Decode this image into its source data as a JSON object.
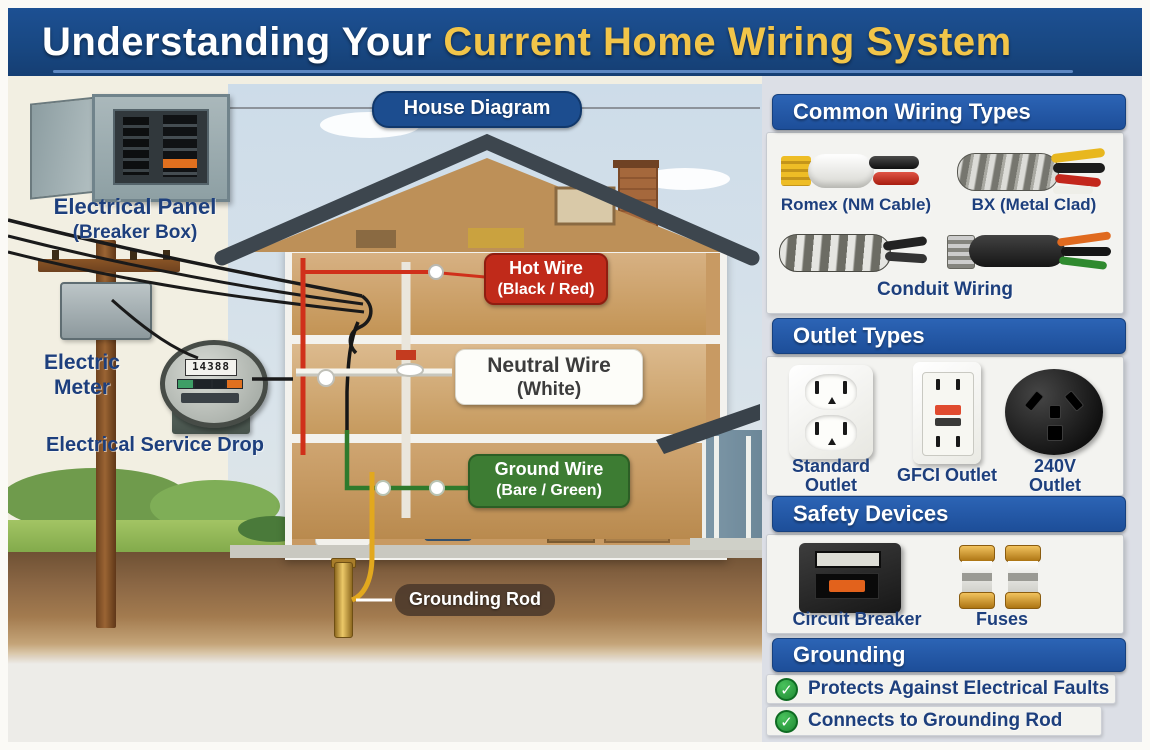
{
  "header": {
    "title_prefix": "Understanding Your ",
    "title_highlight": "Current Home Wiring System"
  },
  "scene": {
    "diagram_badge": "House Diagram",
    "electrical_panel": {
      "line1": "Electrical Panel",
      "line2": "(Breaker Box)"
    },
    "electric_meter": {
      "line1": "Electric",
      "line2": "Meter",
      "reading": "14388"
    },
    "service_drop_label": "Electrical Service Drop",
    "hot_wire": {
      "line1": "Hot Wire",
      "line2": "(Black / Red)"
    },
    "neutral_wire": {
      "line1": "Neutral Wire",
      "line2": "(White)"
    },
    "ground_wire": {
      "line1": "Ground Wire",
      "line2": "(Bare / Green)"
    },
    "grounding_rod_label": "Grounding Rod"
  },
  "sidebar": {
    "wiring": {
      "title": "Common Wiring Types",
      "romex_label": "Romex (NM Cable)",
      "bx_label": "BX (Metal Clad)",
      "conduit_label": "Conduit Wiring"
    },
    "outlets": {
      "title": "Outlet Types",
      "standard_line1": "Standard",
      "standard_line2": "Outlet",
      "gfci_label": "GFCI Outlet",
      "v240_line1": "240V",
      "v240_line2": "Outlet"
    },
    "safety": {
      "title": "Safety Devices",
      "breaker_label": "Circuit Breaker",
      "fuses_label": "Fuses"
    },
    "grounding": {
      "title": "Grounding",
      "check_icon": "✓",
      "items": [
        "Protects Against Electrical Faults",
        "Connects to Grounding Rod"
      ]
    }
  },
  "colors": {
    "header_bg": "#1b4b8c",
    "title_highlight": "#f2c549",
    "panel_header_bg": "#2158a5",
    "label_navy": "#1d3f7d",
    "hot_badge": "#c02a1a",
    "neutral_badge": "#fdfdf9",
    "ground_badge": "#3d7c33",
    "check_green": "#2e9e41",
    "hot_wire": "#d0301a",
    "ground_wire": "#2f7a2c",
    "yellow_wire": "#e2a81e"
  }
}
